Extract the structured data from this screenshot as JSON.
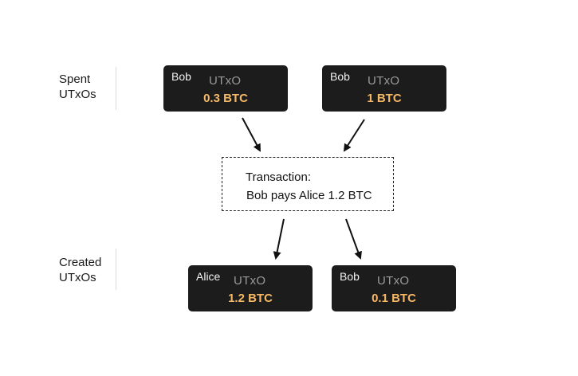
{
  "sections": {
    "spent_label": "Spent\nUTxOs",
    "created_label": "Created\nUTxOs"
  },
  "spent_utxos": [
    {
      "owner": "Bob",
      "kind": "UTxO",
      "amount": "0.3 BTC"
    },
    {
      "owner": "Bob",
      "kind": "UTxO",
      "amount": "1 BTC"
    }
  ],
  "transaction": {
    "title": "Transaction:",
    "description": "Bob pays Alice 1.2 BTC"
  },
  "created_utxos": [
    {
      "owner": "Alice",
      "kind": "UTxO",
      "amount": "1.2 BTC"
    },
    {
      "owner": "Bob",
      "kind": "UTxO",
      "amount": "0.1 BTC"
    }
  ],
  "colors": {
    "box_background": "#1c1c1c",
    "amount": "#f6b865",
    "kind": "#9a9a9a",
    "owner": "#f2f2f2"
  }
}
